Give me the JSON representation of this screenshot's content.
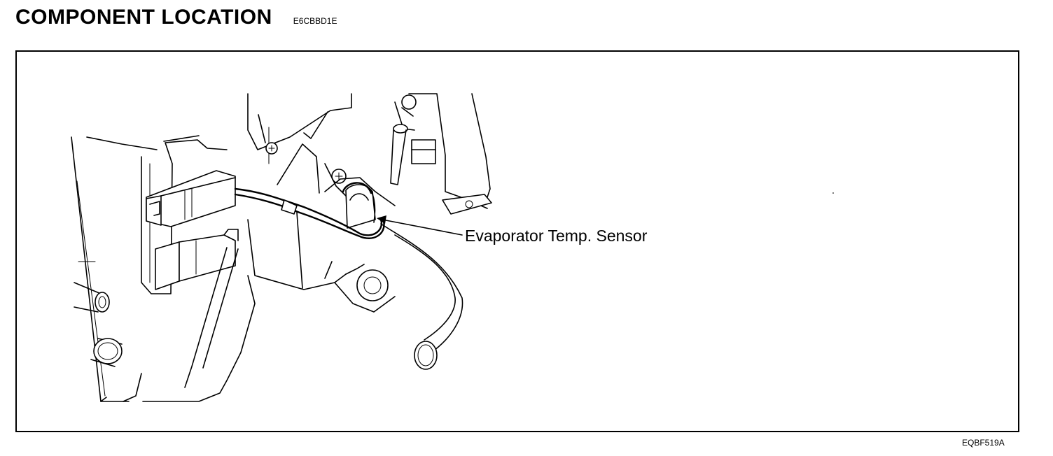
{
  "header": {
    "title": "COMPONENT LOCATION",
    "code": "E6CBBD1E"
  },
  "diagram": {
    "callout_label": "Evaporator Temp. Sensor"
  },
  "footer": {
    "figure_id": "EQBF519A"
  }
}
